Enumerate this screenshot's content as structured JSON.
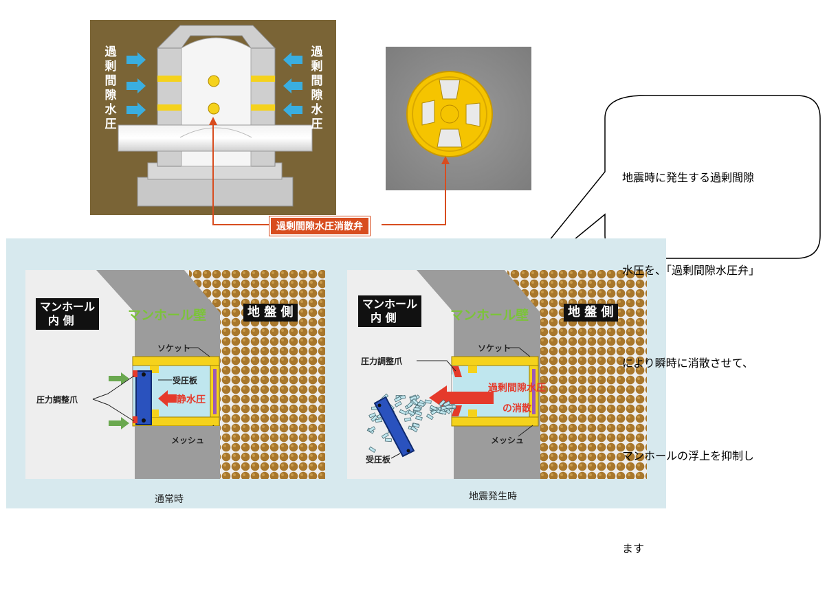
{
  "top_left_panel": {
    "left_side_label": "過剰間隙水圧",
    "right_side_label": "過剰間隙水圧"
  },
  "valve_label": "過剰間隙水圧消散弁",
  "callout": {
    "lines": [
      "地震時に発生する過剰間隙",
      "水圧を、「過剰間隙水圧弁」",
      "により瞬時に消散させて、",
      "マンホールの浮上を抑制し",
      "ます"
    ]
  },
  "normal_panel": {
    "inner_label_line1": "マンホール",
    "inner_label_line2": "内 側",
    "wall_label": "マンホール壁",
    "ground_label": "地 盤 側",
    "socket_label": "ソケット",
    "plate_label": "受圧板",
    "pressure_label": "静水圧",
    "claw_label": "圧力調整爪",
    "mesh_label": "メッシュ",
    "caption": "通常時"
  },
  "quake_panel": {
    "inner_label_line1": "マンホール",
    "inner_label_line2": "内 側",
    "wall_label": "マンホール壁",
    "ground_label": "地 盤 側",
    "socket_label": "ソケット",
    "claw_label": "圧力調整爪",
    "pressure_line1": "過剰間隙水圧",
    "pressure_line2": "の消散",
    "mesh_label": "メッシュ",
    "plate_label": "受圧板",
    "caption": "地震発生時"
  },
  "colors": {
    "top_bg": "#7a6436",
    "bottom_bg": "#d7e9ee",
    "ground_dot": "#a8772c",
    "socket_yellow": "#f5d21c",
    "water": "#bfe6ee",
    "arrow_blue": "#3aaee0",
    "arrow_red": "#e53a2b",
    "valve_red": "#d84d1f"
  }
}
